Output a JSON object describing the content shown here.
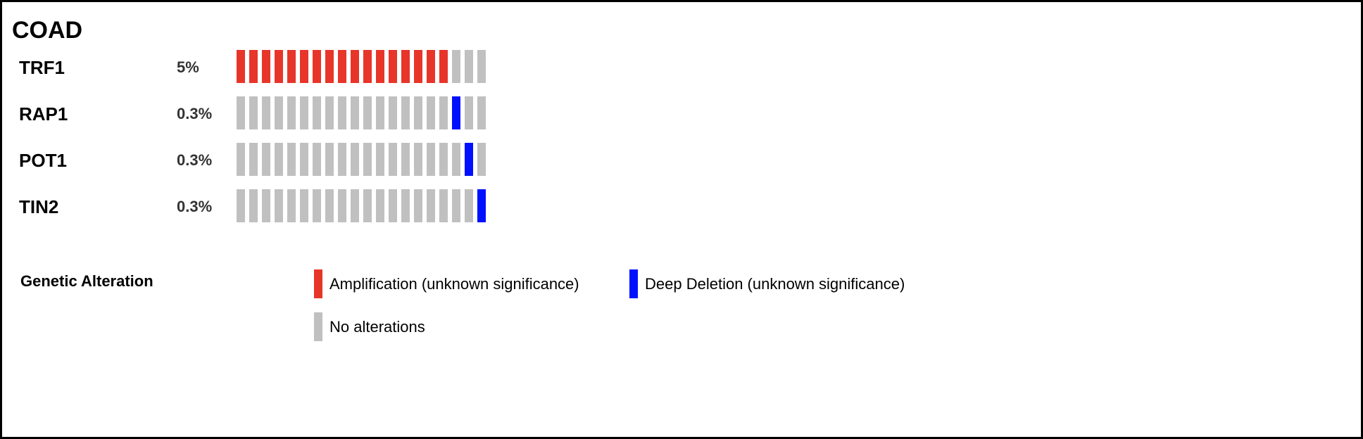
{
  "chart_data": {
    "type": "oncoprint",
    "title": "COAD",
    "sample_count": 20,
    "colors": {
      "amplification": "#e8352a",
      "deep_deletion": "#0010ff",
      "no_alteration": "#c0c0c0"
    },
    "genes": [
      {
        "name": "TRF1",
        "percent": "5%",
        "alterations": [
          "amp",
          "amp",
          "amp",
          "amp",
          "amp",
          "amp",
          "amp",
          "amp",
          "amp",
          "amp",
          "amp",
          "amp",
          "amp",
          "amp",
          "amp",
          "amp",
          "amp",
          "none",
          "none",
          "none"
        ]
      },
      {
        "name": "RAP1",
        "percent": "0.3%",
        "alterations": [
          "none",
          "none",
          "none",
          "none",
          "none",
          "none",
          "none",
          "none",
          "none",
          "none",
          "none",
          "none",
          "none",
          "none",
          "none",
          "none",
          "none",
          "del",
          "none",
          "none"
        ]
      },
      {
        "name": "POT1",
        "percent": "0.3%",
        "alterations": [
          "none",
          "none",
          "none",
          "none",
          "none",
          "none",
          "none",
          "none",
          "none",
          "none",
          "none",
          "none",
          "none",
          "none",
          "none",
          "none",
          "none",
          "none",
          "del",
          "none"
        ]
      },
      {
        "name": "TIN2",
        "percent": "0.3%",
        "alterations": [
          "none",
          "none",
          "none",
          "none",
          "none",
          "none",
          "none",
          "none",
          "none",
          "none",
          "none",
          "none",
          "none",
          "none",
          "none",
          "none",
          "none",
          "none",
          "none",
          "del"
        ]
      }
    ],
    "legend": {
      "title": "Genetic Alteration",
      "items": [
        {
          "key": "amp",
          "label": "Amplification (unknown significance)"
        },
        {
          "key": "del",
          "label": "Deep Deletion (unknown significance)"
        },
        {
          "key": "none",
          "label": "No alterations"
        }
      ]
    }
  }
}
